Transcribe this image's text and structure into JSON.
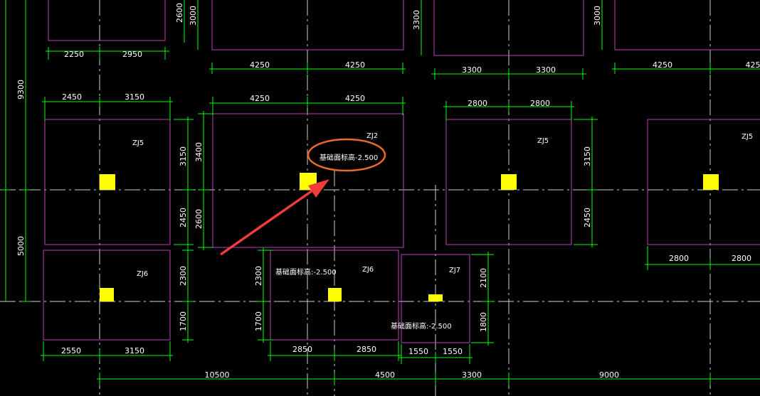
{
  "dimensions": {
    "top": [
      "2250",
      "2950",
      "4250",
      "4250",
      "3300",
      "3300",
      "4250",
      "425"
    ],
    "top_vertical": [
      "2600",
      "3000",
      "3300",
      "3000"
    ],
    "row_a": [
      "2450",
      "3150",
      "4250",
      "4250",
      "2800",
      "2800"
    ],
    "mid_vertical": [
      "9300",
      "3150",
      "2450",
      "3400",
      "2600",
      "3150",
      "2450"
    ],
    "lower_vertical": [
      "5000",
      "2300",
      "1700",
      "2300",
      "1700",
      "2100",
      "1800"
    ],
    "row_b": [
      "2800",
      "2800"
    ],
    "row_c": [
      "2550",
      "3150",
      "2850",
      "2850",
      "1550",
      "1550"
    ],
    "bottom": [
      "10500",
      "4500",
      "3300",
      "9000"
    ]
  },
  "labels": {
    "zj5_a": "ZJ5",
    "zj2": "ZJ2",
    "zj5_b": "ZJ5",
    "zj5_c": "ZJ5",
    "zj6_a": "ZJ6",
    "zj6_b": "ZJ6",
    "zj7": "ZJ7"
  },
  "notes": {
    "elevation_1": "基础面标高-2.500",
    "elevation_2": "基础面标高:-2.500",
    "elevation_3": "基础面标高:-2.500"
  },
  "colors": {
    "background": "#000000",
    "outline": "#c040c0",
    "dimension": "#00ff00",
    "column": "#ffff00",
    "highlight": "#e86a2a",
    "arrow": "#f03c3c"
  }
}
